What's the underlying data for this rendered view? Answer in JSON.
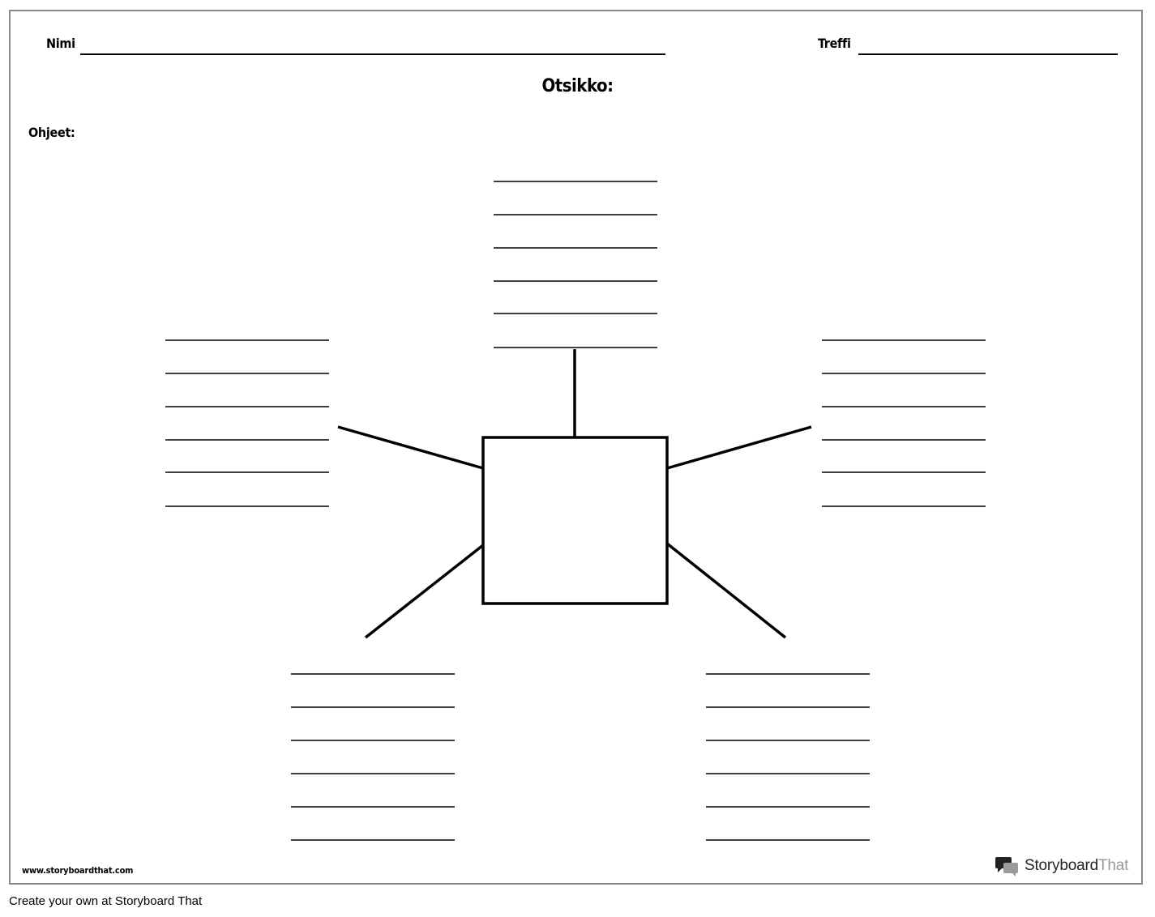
{
  "header": {
    "name_label": "Nimi",
    "date_label": "Treffi",
    "title": "Otsikko:",
    "instructions_label": "Ohjeet:"
  },
  "footer": {
    "site_url": "www.storyboardthat.com",
    "logo_word_dark": "Storyboard",
    "logo_word_light": "That",
    "logo_icon": "speech-bubbles-icon",
    "caption": "Create your own at Storyboard That"
  },
  "colors": {
    "ink": "#000000",
    "sheet_border": "#8a8a8a",
    "logo_gray": "#9a9a9a"
  },
  "diagram": {
    "type": "spider-map",
    "center_box": "empty",
    "legs": 5,
    "writing_lines_per_leg": 6
  }
}
